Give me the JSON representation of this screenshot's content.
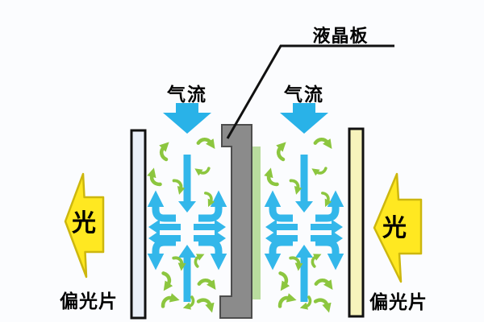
{
  "diagram": {
    "title_label": "液晶板",
    "airflow_label": "气流",
    "light_label": "光",
    "polarizer_label": "偏光片"
  },
  "colors": {
    "background": "#FBFCFE",
    "airflow_cyan": "#33B7EA",
    "top_arrow_cyan": "#29B2E8",
    "swirl_green": "#8CC63F",
    "light_yellow_fill": "#FFE821",
    "light_yellow_border": "#CDB70E",
    "lcd_gray_fill": "#8B8B8B",
    "lcd_gray_border": "#4D4D4D",
    "polarizer_left_fill": "#EAEFF8",
    "polarizer_right_fill": "#F7F3BC",
    "color_filter_green": "#B9DC9E",
    "outline_black": "#111111"
  }
}
